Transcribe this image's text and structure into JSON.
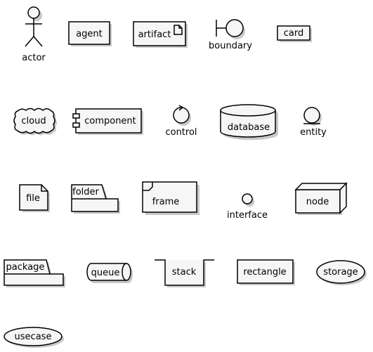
{
  "diagram": {
    "elements": {
      "actor": "actor",
      "agent": "agent",
      "artifact": "artifact",
      "boundary": "boundary",
      "card": "card",
      "cloud": "cloud",
      "component": "component",
      "control": "control",
      "database": "database",
      "entity": "entity",
      "file": "file",
      "folder": "folder",
      "frame": "frame",
      "interface": "interface",
      "node": "node",
      "package": "package",
      "queue": "queue",
      "stack": "stack",
      "rectangle": "rectangle",
      "storage": "storage",
      "usecase": "usecase"
    }
  }
}
